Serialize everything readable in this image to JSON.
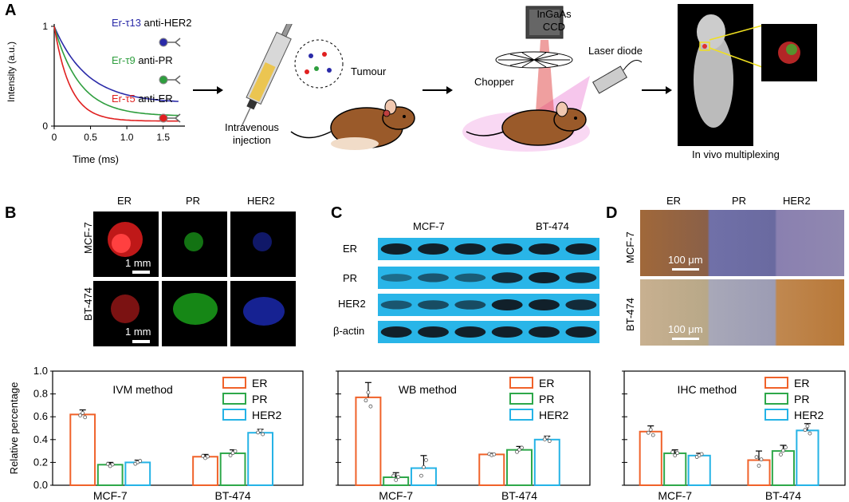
{
  "panels": {
    "A": "A",
    "B": "B",
    "C": "C",
    "D": "D"
  },
  "panelA": {
    "decay": {
      "ylabel": "Intensity (a.u.)",
      "xlabel": "Time (ms)",
      "yticks": [
        "0",
        "1"
      ],
      "xticks": [
        "0",
        "0.5",
        "1.0",
        "1.5"
      ],
      "curves": [
        {
          "name": "Er-τ13 anti-HER2",
          "prefix": "Er-τ13",
          "suffix": " anti-HER2",
          "color": "#2a2aa8",
          "tau": 0.45
        },
        {
          "name": "Er-τ9 anti-PR",
          "prefix": "Er-τ9",
          "suffix": " anti-PR",
          "color": "#2e9e3e",
          "tau": 0.35
        },
        {
          "name": "Er-τ5 anti-ER",
          "prefix": "Er-τ5",
          "suffix": " anti-ER",
          "color": "#e02020",
          "tau": 0.22
        }
      ]
    },
    "labels": {
      "intravenous": "Intravenous",
      "injection": "injection",
      "tumour": "Tumour",
      "ingaas1": "InGaAs",
      "ingaas2": "CCD",
      "chopper": "Chopper",
      "laser": "Laser diode",
      "invivo": "In vivo multiplexing"
    }
  },
  "panelB": {
    "cols": [
      "ER",
      "PR",
      "HER2"
    ],
    "rows": [
      "MCF-7",
      "BT-474"
    ],
    "scale": "1 mm"
  },
  "panelC": {
    "groups": [
      "MCF-7",
      "BT-474"
    ],
    "rows": [
      "ER",
      "PR",
      "HER2",
      "β-actin"
    ]
  },
  "panelD": {
    "cols": [
      "ER",
      "PR",
      "HER2"
    ],
    "rows": [
      "MCF-7",
      "BT-474"
    ],
    "scale": "100 μm"
  },
  "chart_data": [
    {
      "type": "bar",
      "title": "IVM method",
      "categories": [
        "MCF-7",
        "BT-474"
      ],
      "series": [
        {
          "name": "ER",
          "color": "#f0622a",
          "values": [
            0.62,
            0.25
          ],
          "err": [
            0.04,
            0.02
          ]
        },
        {
          "name": "PR",
          "color": "#2ea84a",
          "values": [
            0.18,
            0.28
          ],
          "err": [
            0.02,
            0.03
          ]
        },
        {
          "name": "HER2",
          "color": "#25b3e6",
          "values": [
            0.2,
            0.46
          ],
          "err": [
            0.02,
            0.03
          ]
        }
      ],
      "ylabel": "Relative percentage",
      "ylim": [
        0,
        1.0
      ],
      "yticks": [
        "0.0",
        "0.2",
        "0.4",
        "0.6",
        "0.8",
        "1.0"
      ]
    },
    {
      "type": "bar",
      "title": "WB method",
      "categories": [
        "MCF-7",
        "BT-474"
      ],
      "series": [
        {
          "name": "ER",
          "color": "#f0622a",
          "values": [
            0.77,
            0.27
          ],
          "err": [
            0.13,
            0.01
          ]
        },
        {
          "name": "PR",
          "color": "#2ea84a",
          "values": [
            0.07,
            0.31
          ],
          "err": [
            0.04,
            0.03
          ]
        },
        {
          "name": "HER2",
          "color": "#25b3e6",
          "values": [
            0.15,
            0.4
          ],
          "err": [
            0.11,
            0.03
          ]
        }
      ],
      "ylim": [
        0,
        1.0
      ]
    },
    {
      "type": "bar",
      "title": "IHC method",
      "categories": [
        "MCF-7",
        "BT-474"
      ],
      "series": [
        {
          "name": "ER",
          "color": "#f0622a",
          "values": [
            0.47,
            0.22
          ],
          "err": [
            0.05,
            0.08
          ]
        },
        {
          "name": "PR",
          "color": "#2ea84a",
          "values": [
            0.28,
            0.3
          ],
          "err": [
            0.03,
            0.05
          ]
        },
        {
          "name": "HER2",
          "color": "#25b3e6",
          "values": [
            0.26,
            0.48
          ],
          "err": [
            0.02,
            0.06
          ]
        }
      ],
      "ylim": [
        0,
        1.0
      ]
    }
  ]
}
